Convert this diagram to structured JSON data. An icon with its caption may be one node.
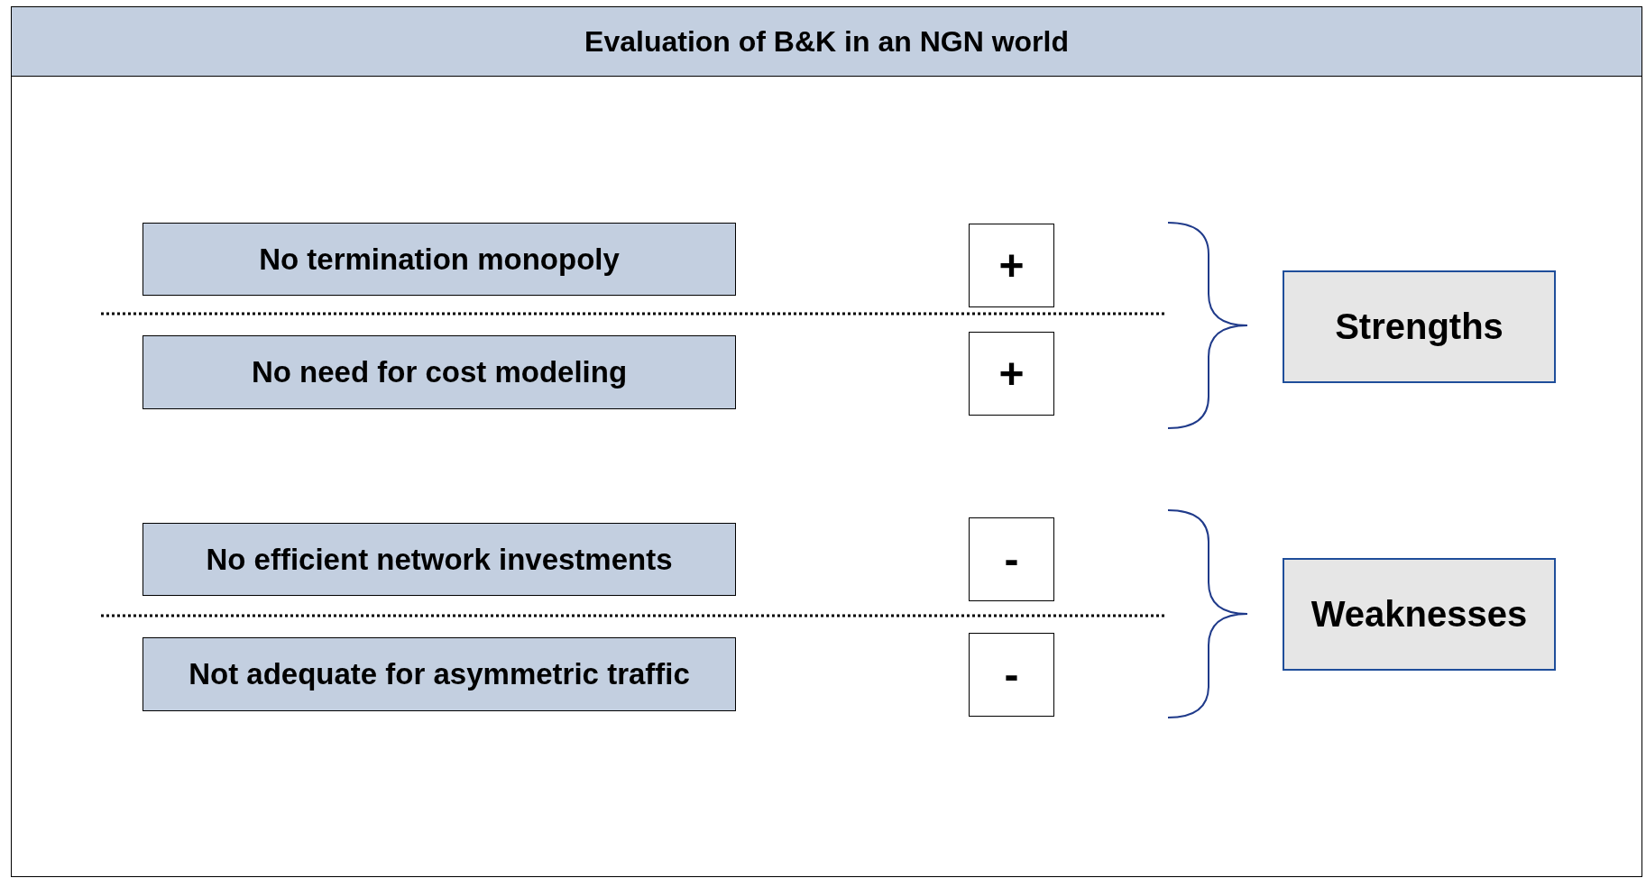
{
  "diagram": {
    "title": "Evaluation of B&K in an NGN world",
    "nodes": [
      {
        "text": [
          "No termination monopoly"
        ]
      },
      {
        "text": [
          "+"
        ]
      },
      {
        "text": [
          "Strengths"
        ]
      },
      {
        "text": [
          "No need for cost modeling"
        ]
      },
      {
        "text": [
          "+"
        ]
      },
      {
        "text": [
          "No efficient network investments"
        ]
      },
      {
        "text": [
          "-"
        ]
      },
      {
        "text": [
          "Weaknesses"
        ]
      },
      {
        "text": [
          "Not adequate for asymmetric traffic"
        ]
      },
      {
        "text": [
          "-"
        ]
      }
    ]
  }
}
